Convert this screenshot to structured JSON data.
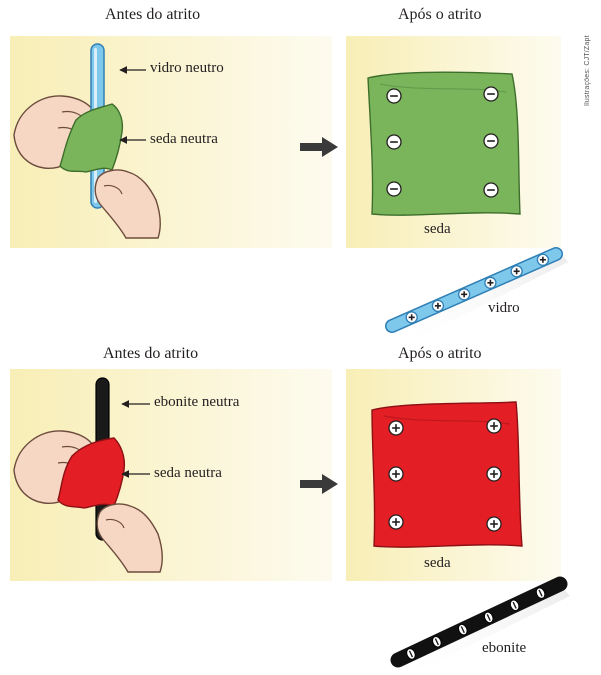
{
  "top": {
    "before_title": "Antes do atrito",
    "after_title": "Após o atrito",
    "rod_label": "vidro neutro",
    "cloth_label": "seda neutra",
    "after_cloth_label": "seda",
    "after_rod_label": "vidro",
    "cloth_charge": "negative",
    "rod_charge": "positive",
    "colors": {
      "rod": "#7ec8ec",
      "cloth": "#7ab55c",
      "panel": "#fbf4cf"
    }
  },
  "bottom": {
    "before_title": "Antes do atrito",
    "after_title": "Após o atrito",
    "rod_label": "ebonite neutra",
    "cloth_label": "seda neutra",
    "after_cloth_label": "seda",
    "after_rod_label": "ebonite",
    "cloth_charge": "positive",
    "rod_charge": "negative",
    "colors": {
      "rod": "#1a1a1a",
      "cloth": "#e31e24",
      "panel": "#fbf4cf"
    }
  },
  "credit": "Ilustrações: CJT/Zapt"
}
